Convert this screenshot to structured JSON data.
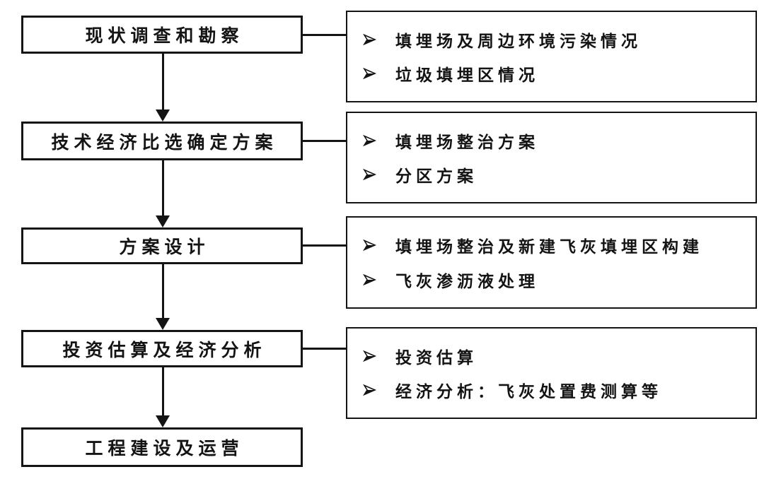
{
  "diagram": {
    "type": "flowchart",
    "colors": {
      "line": "#141414",
      "background": "#ffffff",
      "text": "#141414",
      "box_fill": "#ffffff"
    },
    "bullet_icon": "arrowhead-bullet",
    "steps": [
      {
        "label": "现状调查和勘察",
        "details": [
          "填埋场及周边环境污染情况",
          "垃圾填埋区情况"
        ]
      },
      {
        "label": "技术经济比选确定方案",
        "details": [
          "填埋场整治方案",
          "分区方案"
        ]
      },
      {
        "label": "方案设计",
        "details": [
          "填埋场整治及新建飞灰填埋区构建",
          "飞灰渗沥液处理"
        ]
      },
      {
        "label": "投资估算及经济分析",
        "details": [
          "投资估算",
          "经济分析：飞灰处置费测算等"
        ]
      },
      {
        "label": "工程建设及运营",
        "details": []
      }
    ]
  }
}
